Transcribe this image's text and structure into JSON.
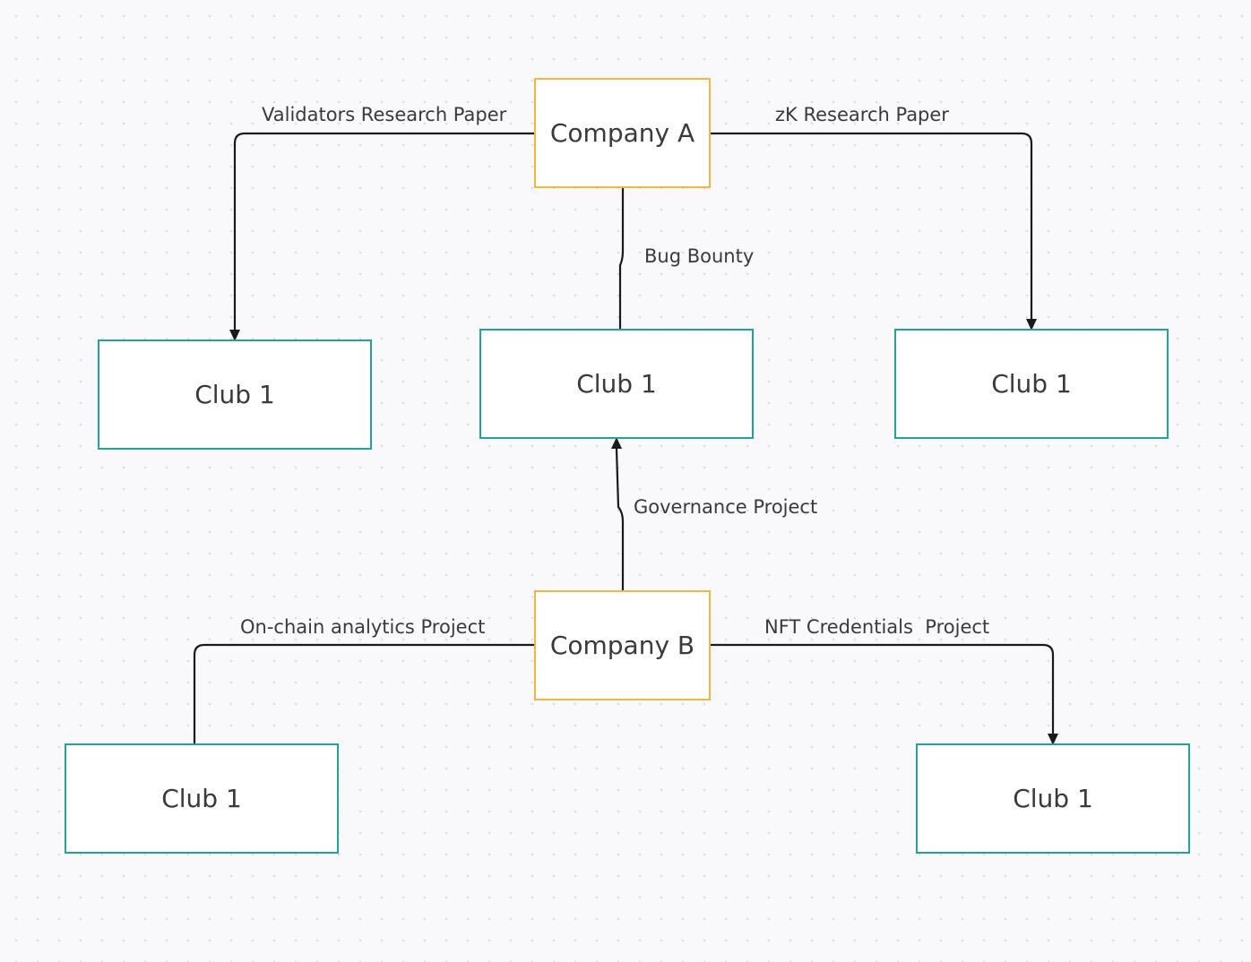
{
  "nodes": {
    "company_a": "Company A",
    "company_b": "Company B",
    "club_left_top": "Club 1",
    "club_center_top": "Club 1",
    "club_right_top": "Club 1",
    "club_left_bottom": "Club 1",
    "club_right_bottom": "Club 1"
  },
  "edges": {
    "validators": "Validators Research Paper",
    "zk": "zK Research Paper",
    "bug_bounty": "Bug Bounty",
    "governance": "Governance Project",
    "onchain": "On-chain analytics Project",
    "nft": "NFT Credentials  Project"
  },
  "colors": {
    "company_border": "#f4b63f",
    "club_border": "#1fa39a",
    "connector": "#1a1a1a",
    "text": "#3a3a3a",
    "background": "#f9f9fb"
  }
}
